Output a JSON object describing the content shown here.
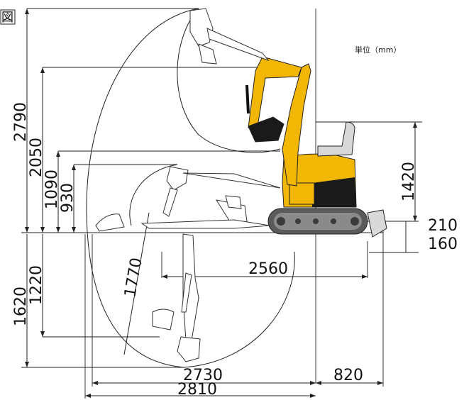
{
  "figure_label": "図",
  "unit_label": "単位（mm）",
  "dimensions": {
    "h_max_dig_height": "2790",
    "h_max_dump_height": "2050",
    "h_1090": "1090",
    "h_930": "930",
    "h_max_dig_depth": "1620",
    "h_vertical_dig_depth": "1220",
    "h_1770": "1770",
    "h_overall_height": "1420",
    "h_210": "210",
    "h_160": "160",
    "w_2560": "2560",
    "w_2730": "2730",
    "w_820": "820",
    "w_2810": "2810"
  },
  "colors": {
    "body_yellow": "#f2b705",
    "body_dark": "#1a1a1a",
    "line": "#222222",
    "track_grey": "#6b6b6b"
  }
}
